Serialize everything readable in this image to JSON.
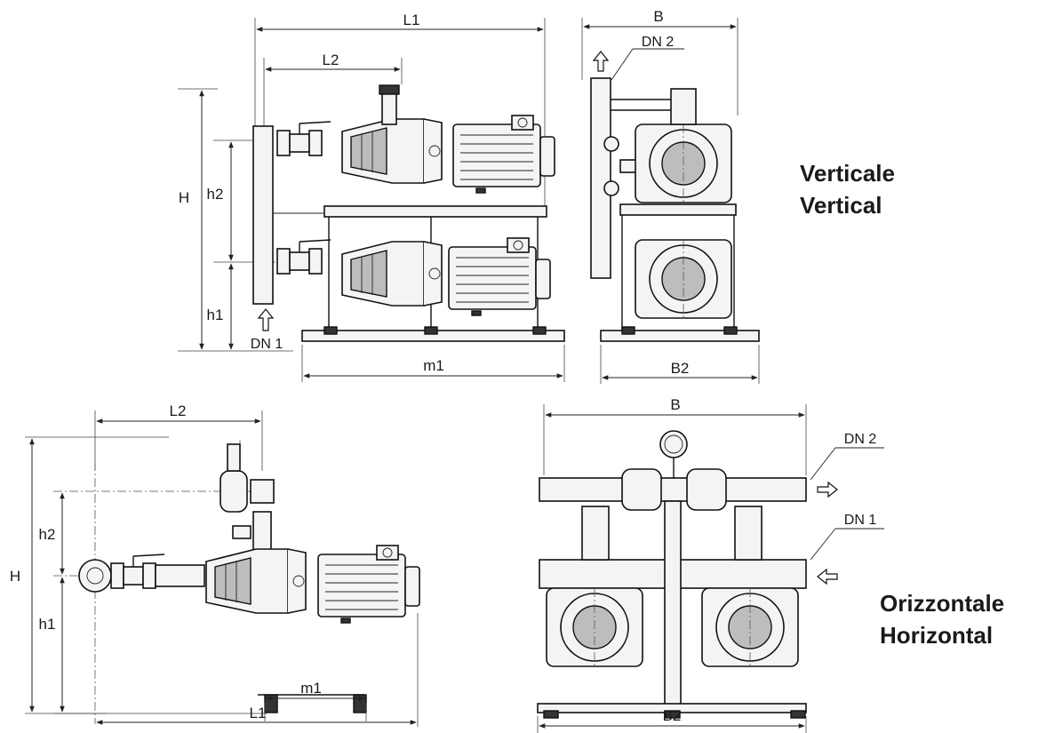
{
  "vertical": {
    "title_it": "Verticale",
    "title_en": "Vertical",
    "side_view": {
      "L1": "L1",
      "L2": "L2",
      "H": "H",
      "h2": "h2",
      "h1": "h1",
      "DN1": "DN 1",
      "m1": "m1"
    },
    "front_view": {
      "B": "B",
      "DN2": "DN 2",
      "B2": "B2"
    }
  },
  "horizontal": {
    "title_it": "Orizzontale",
    "title_en": "Horizontal",
    "side_view": {
      "L2": "L2",
      "H": "H",
      "h2": "h2",
      "h1": "h1",
      "m1": "m1",
      "L1": "L1"
    },
    "front_view": {
      "B": "B",
      "DN2": "DN 2",
      "DN1": "DN 1",
      "B2": "B2"
    }
  }
}
